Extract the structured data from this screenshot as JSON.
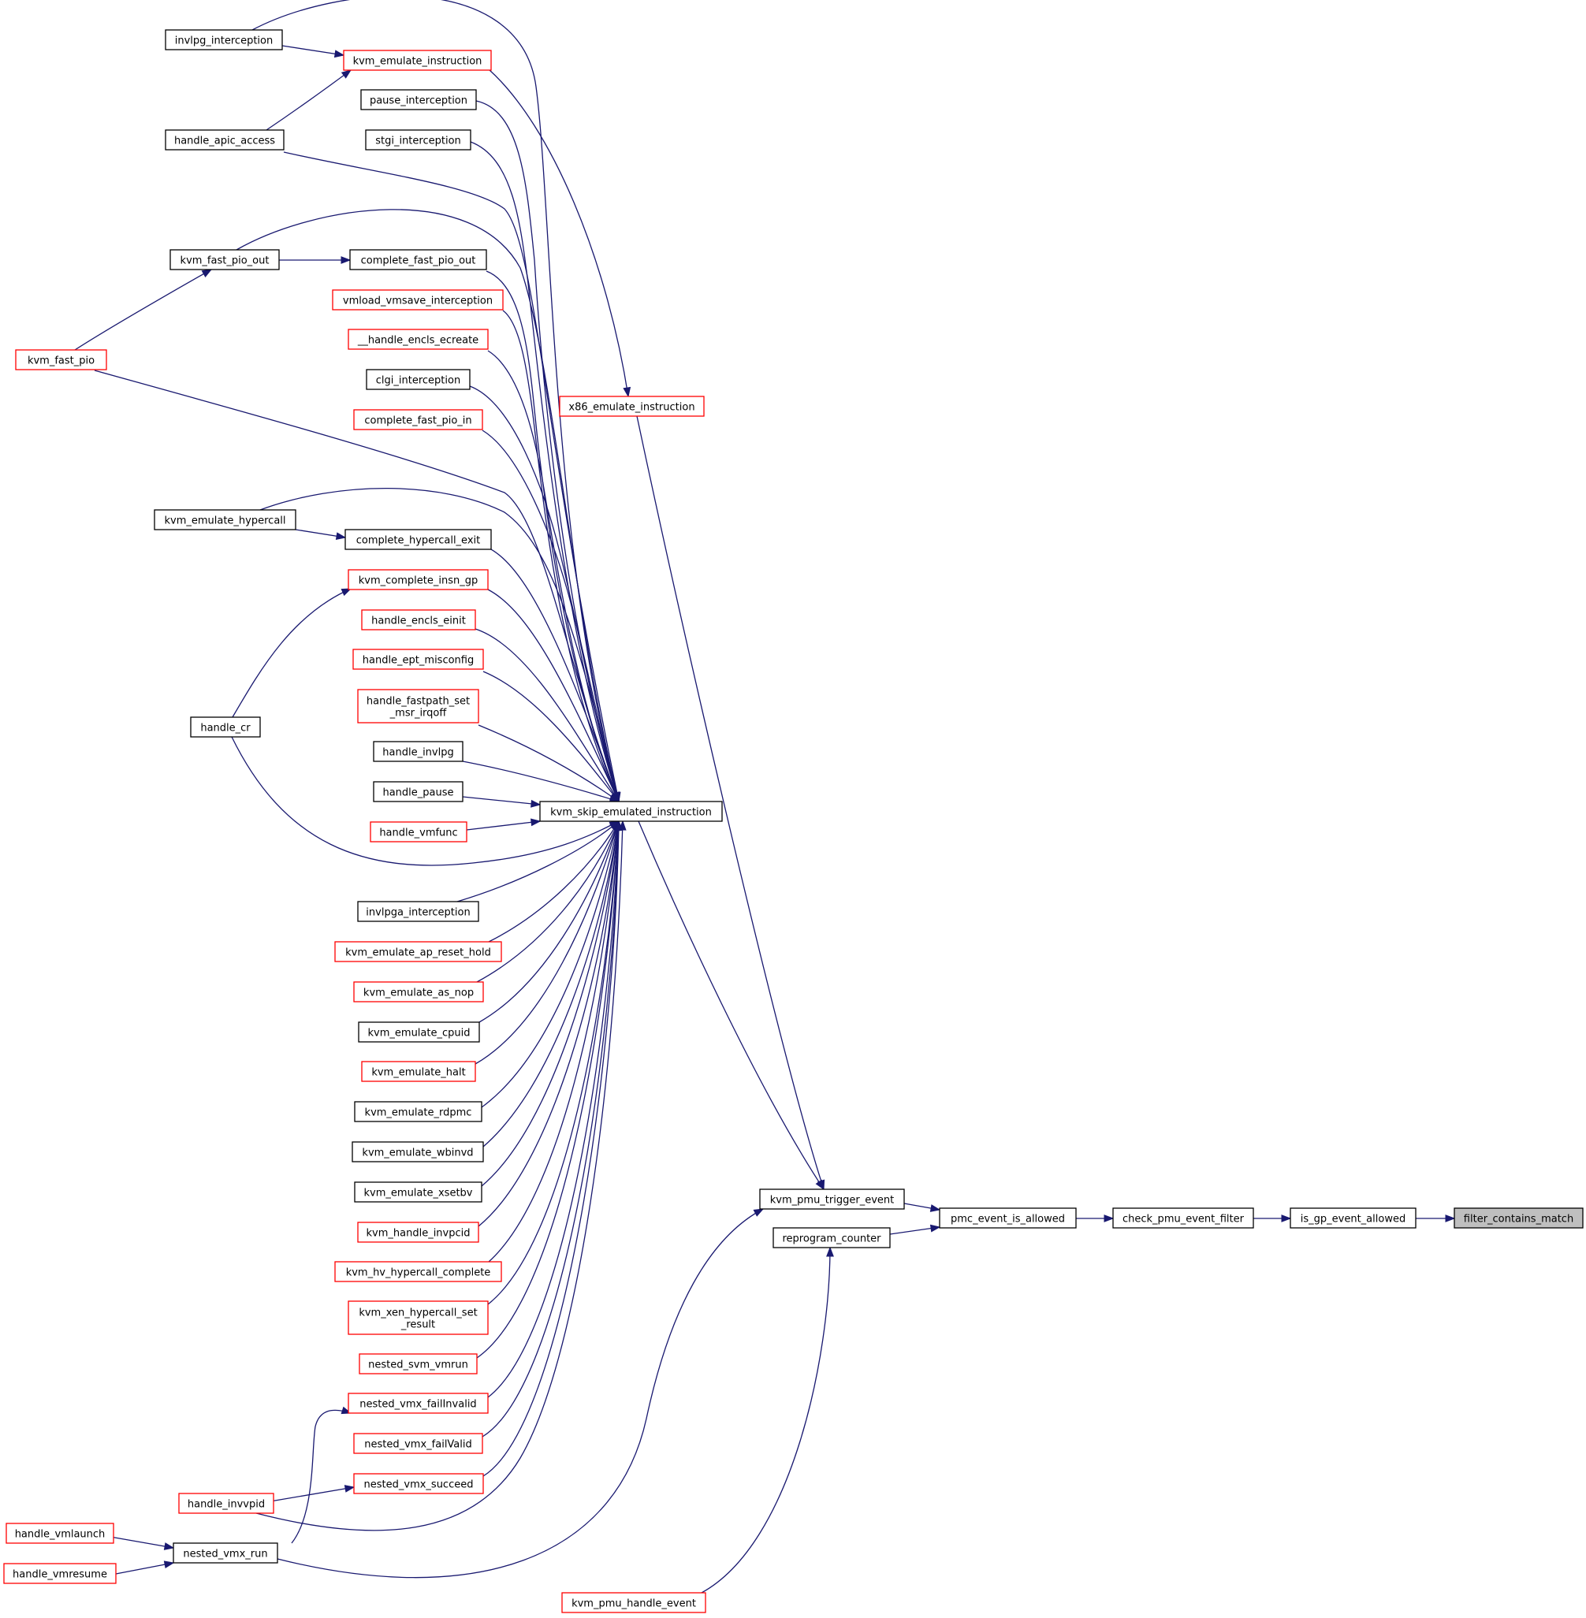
{
  "nodes": [
    {
      "id": "filter_contains_match",
      "lines": [
        "filter_contains_match"
      ],
      "color": "target"
    },
    {
      "id": "is_gp_event_allowed",
      "lines": [
        "is_gp_event_allowed"
      ],
      "color": "black"
    },
    {
      "id": "check_pmu_event_filter",
      "lines": [
        "check_pmu_event_filter"
      ],
      "color": "black"
    },
    {
      "id": "pmc_event_is_allowed",
      "lines": [
        "pmc_event_is_allowed"
      ],
      "color": "black"
    },
    {
      "id": "kvm_pmu_trigger_event",
      "lines": [
        "kvm_pmu_trigger_event"
      ],
      "color": "black"
    },
    {
      "id": "reprogram_counter",
      "lines": [
        "reprogram_counter"
      ],
      "color": "black"
    },
    {
      "id": "kvm_pmu_handle_event",
      "lines": [
        "kvm_pmu_handle_event"
      ],
      "color": "red"
    },
    {
      "id": "x86_emulate_instruction",
      "lines": [
        "x86_emulate_instruction"
      ],
      "color": "red"
    },
    {
      "id": "kvm_skip_emulated_instruction",
      "lines": [
        "kvm_skip_emulated_instruction"
      ],
      "color": "black"
    },
    {
      "id": "kvm_emulate_instruction",
      "lines": [
        "kvm_emulate_instruction"
      ],
      "color": "red"
    },
    {
      "id": "invlpg_interception",
      "lines": [
        "invlpg_interception"
      ],
      "color": "black"
    },
    {
      "id": "handle_apic_access",
      "lines": [
        "handle_apic_access"
      ],
      "color": "black"
    },
    {
      "id": "pause_interception",
      "lines": [
        "pause_interception"
      ],
      "color": "black"
    },
    {
      "id": "stgi_interception",
      "lines": [
        "stgi_interception"
      ],
      "color": "black"
    },
    {
      "id": "complete_fast_pio_out",
      "lines": [
        "complete_fast_pio_out"
      ],
      "color": "black"
    },
    {
      "id": "kvm_fast_pio_out",
      "lines": [
        "kvm_fast_pio_out"
      ],
      "color": "black"
    },
    {
      "id": "kvm_fast_pio",
      "lines": [
        "kvm_fast_pio"
      ],
      "color": "red"
    },
    {
      "id": "vmload_vmsave_interception",
      "lines": [
        "vmload_vmsave_interception"
      ],
      "color": "red"
    },
    {
      "id": "__handle_encls_ecreate",
      "lines": [
        "__handle_encls_ecreate"
      ],
      "color": "red"
    },
    {
      "id": "clgi_interception",
      "lines": [
        "clgi_interception"
      ],
      "color": "black"
    },
    {
      "id": "complete_fast_pio_in",
      "lines": [
        "complete_fast_pio_in"
      ],
      "color": "red"
    },
    {
      "id": "complete_hypercall_exit",
      "lines": [
        "complete_hypercall_exit"
      ],
      "color": "black"
    },
    {
      "id": "kvm_emulate_hypercall",
      "lines": [
        "kvm_emulate_hypercall"
      ],
      "color": "black"
    },
    {
      "id": "kvm_complete_insn_gp",
      "lines": [
        "kvm_complete_insn_gp"
      ],
      "color": "red"
    },
    {
      "id": "handle_cr",
      "lines": [
        "handle_cr"
      ],
      "color": "black"
    },
    {
      "id": "handle_encls_einit",
      "lines": [
        "handle_encls_einit"
      ],
      "color": "red"
    },
    {
      "id": "handle_ept_misconfig",
      "lines": [
        "handle_ept_misconfig"
      ],
      "color": "red"
    },
    {
      "id": "handle_fastpath_set_msr_irqoff",
      "lines": [
        "handle_fastpath_set",
        "_msr_irqoff"
      ],
      "color": "red"
    },
    {
      "id": "handle_invlpg",
      "lines": [
        "handle_invlpg"
      ],
      "color": "black"
    },
    {
      "id": "handle_pause",
      "lines": [
        "handle_pause"
      ],
      "color": "black"
    },
    {
      "id": "handle_vmfunc",
      "lines": [
        "handle_vmfunc"
      ],
      "color": "red"
    },
    {
      "id": "invlpga_interception",
      "lines": [
        "invlpga_interception"
      ],
      "color": "black"
    },
    {
      "id": "kvm_emulate_ap_reset_hold",
      "lines": [
        "kvm_emulate_ap_reset_hold"
      ],
      "color": "red"
    },
    {
      "id": "kvm_emulate_as_nop",
      "lines": [
        "kvm_emulate_as_nop"
      ],
      "color": "red"
    },
    {
      "id": "kvm_emulate_cpuid",
      "lines": [
        "kvm_emulate_cpuid"
      ],
      "color": "black"
    },
    {
      "id": "kvm_emulate_halt",
      "lines": [
        "kvm_emulate_halt"
      ],
      "color": "red"
    },
    {
      "id": "kvm_emulate_rdpmc",
      "lines": [
        "kvm_emulate_rdpmc"
      ],
      "color": "black"
    },
    {
      "id": "kvm_emulate_wbinvd",
      "lines": [
        "kvm_emulate_wbinvd"
      ],
      "color": "black"
    },
    {
      "id": "kvm_emulate_xsetbv",
      "lines": [
        "kvm_emulate_xsetbv"
      ],
      "color": "black"
    },
    {
      "id": "kvm_handle_invpcid",
      "lines": [
        "kvm_handle_invpcid"
      ],
      "color": "red"
    },
    {
      "id": "kvm_hv_hypercall_complete",
      "lines": [
        "kvm_hv_hypercall_complete"
      ],
      "color": "red"
    },
    {
      "id": "kvm_xen_hypercall_set_result",
      "lines": [
        "kvm_xen_hypercall_set",
        "_result"
      ],
      "color": "red"
    },
    {
      "id": "nested_svm_vmrun",
      "lines": [
        "nested_svm_vmrun"
      ],
      "color": "red"
    },
    {
      "id": "nested_vmx_failInvalid",
      "lines": [
        "nested_vmx_failInvalid"
      ],
      "color": "red"
    },
    {
      "id": "nested_vmx_failValid",
      "lines": [
        "nested_vmx_failValid"
      ],
      "color": "red"
    },
    {
      "id": "nested_vmx_succeed",
      "lines": [
        "nested_vmx_succeed"
      ],
      "color": "red"
    },
    {
      "id": "handle_invvpid",
      "lines": [
        "handle_invvpid"
      ],
      "color": "red"
    },
    {
      "id": "nested_vmx_run",
      "lines": [
        "nested_vmx_run"
      ],
      "color": "black"
    },
    {
      "id": "handle_vmlaunch",
      "lines": [
        "handle_vmlaunch"
      ],
      "color": "red"
    },
    {
      "id": "handle_vmresume",
      "lines": [
        "handle_vmresume"
      ],
      "color": "red"
    }
  ],
  "edges": [
    {
      "from": "is_gp_event_allowed",
      "to": "filter_contains_match"
    },
    {
      "from": "check_pmu_event_filter",
      "to": "is_gp_event_allowed"
    },
    {
      "from": "pmc_event_is_allowed",
      "to": "check_pmu_event_filter"
    },
    {
      "from": "kvm_pmu_trigger_event",
      "to": "pmc_event_is_allowed"
    },
    {
      "from": "reprogram_counter",
      "to": "pmc_event_is_allowed"
    },
    {
      "from": "kvm_pmu_handle_event",
      "to": "reprogram_counter"
    },
    {
      "from": "x86_emulate_instruction",
      "to": "kvm_pmu_trigger_event"
    },
    {
      "from": "kvm_skip_emulated_instruction",
      "to": "kvm_pmu_trigger_event"
    },
    {
      "from": "nested_vmx_run",
      "to": "kvm_pmu_trigger_event"
    },
    {
      "from": "kvm_emulate_instruction",
      "to": "x86_emulate_instruction"
    },
    {
      "from": "invlpg_interception",
      "to": "kvm_emulate_instruction"
    },
    {
      "from": "handle_apic_access",
      "to": "kvm_emulate_instruction"
    },
    {
      "from": "kvm_fast_pio_out",
      "to": "complete_fast_pio_out"
    },
    {
      "from": "kvm_fast_pio",
      "to": "kvm_fast_pio_out"
    },
    {
      "from": "kvm_emulate_hypercall",
      "to": "complete_hypercall_exit"
    },
    {
      "from": "handle_cr",
      "to": "kvm_complete_insn_gp"
    },
    {
      "from": "handle_invvpid",
      "to": "nested_vmx_succeed"
    },
    {
      "from": "nested_vmx_run",
      "to": "nested_vmx_failInvalid"
    },
    {
      "from": "handle_vmlaunch",
      "to": "nested_vmx_run"
    },
    {
      "from": "handle_vmresume",
      "to": "nested_vmx_run"
    },
    {
      "from": "invlpg_interception",
      "to": "kvm_skip_emulated_instruction"
    },
    {
      "from": "pause_interception",
      "to": "kvm_skip_emulated_instruction"
    },
    {
      "from": "stgi_interception",
      "to": "kvm_skip_emulated_instruction"
    },
    {
      "from": "handle_apic_access",
      "to": "kvm_skip_emulated_instruction"
    },
    {
      "from": "kvm_fast_pio_out",
      "to": "kvm_skip_emulated_instruction"
    },
    {
      "from": "complete_fast_pio_out",
      "to": "kvm_skip_emulated_instruction"
    },
    {
      "from": "vmload_vmsave_interception",
      "to": "kvm_skip_emulated_instruction"
    },
    {
      "from": "__handle_encls_ecreate",
      "to": "kvm_skip_emulated_instruction"
    },
    {
      "from": "kvm_fast_pio",
      "to": "kvm_skip_emulated_instruction"
    },
    {
      "from": "clgi_interception",
      "to": "kvm_skip_emulated_instruction"
    },
    {
      "from": "complete_fast_pio_in",
      "to": "kvm_skip_emulated_instruction"
    },
    {
      "from": "kvm_emulate_hypercall",
      "to": "kvm_skip_emulated_instruction"
    },
    {
      "from": "complete_hypercall_exit",
      "to": "kvm_skip_emulated_instruction"
    },
    {
      "from": "kvm_complete_insn_gp",
      "to": "kvm_skip_emulated_instruction"
    },
    {
      "from": "handle_encls_einit",
      "to": "kvm_skip_emulated_instruction"
    },
    {
      "from": "handle_ept_misconfig",
      "to": "kvm_skip_emulated_instruction"
    },
    {
      "from": "handle_fastpath_set_msr_irqoff",
      "to": "kvm_skip_emulated_instruction"
    },
    {
      "from": "handle_invlpg",
      "to": "kvm_skip_emulated_instruction"
    },
    {
      "from": "handle_pause",
      "to": "kvm_skip_emulated_instruction"
    },
    {
      "from": "handle_vmfunc",
      "to": "kvm_skip_emulated_instruction"
    },
    {
      "from": "handle_cr",
      "to": "kvm_skip_emulated_instruction"
    },
    {
      "from": "invlpga_interception",
      "to": "kvm_skip_emulated_instruction"
    },
    {
      "from": "kvm_emulate_ap_reset_hold",
      "to": "kvm_skip_emulated_instruction"
    },
    {
      "from": "kvm_emulate_as_nop",
      "to": "kvm_skip_emulated_instruction"
    },
    {
      "from": "kvm_emulate_cpuid",
      "to": "kvm_skip_emulated_instruction"
    },
    {
      "from": "kvm_emulate_halt",
      "to": "kvm_skip_emulated_instruction"
    },
    {
      "from": "kvm_emulate_rdpmc",
      "to": "kvm_skip_emulated_instruction"
    },
    {
      "from": "kvm_emulate_wbinvd",
      "to": "kvm_skip_emulated_instruction"
    },
    {
      "from": "kvm_emulate_xsetbv",
      "to": "kvm_skip_emulated_instruction"
    },
    {
      "from": "kvm_handle_invpcid",
      "to": "kvm_skip_emulated_instruction"
    },
    {
      "from": "kvm_hv_hypercall_complete",
      "to": "kvm_skip_emulated_instruction"
    },
    {
      "from": "kvm_xen_hypercall_set_result",
      "to": "kvm_skip_emulated_instruction"
    },
    {
      "from": "nested_svm_vmrun",
      "to": "kvm_skip_emulated_instruction"
    },
    {
      "from": "nested_vmx_failInvalid",
      "to": "kvm_skip_emulated_instruction"
    },
    {
      "from": "nested_vmx_failValid",
      "to": "kvm_skip_emulated_instruction"
    },
    {
      "from": "nested_vmx_succeed",
      "to": "kvm_skip_emulated_instruction"
    },
    {
      "from": "handle_invvpid",
      "to": "kvm_skip_emulated_instruction"
    }
  ],
  "colors": {
    "edge": "#191970",
    "red_border": "#ff0000",
    "black_border": "#000000",
    "target_fill": "#bfbfbf"
  }
}
